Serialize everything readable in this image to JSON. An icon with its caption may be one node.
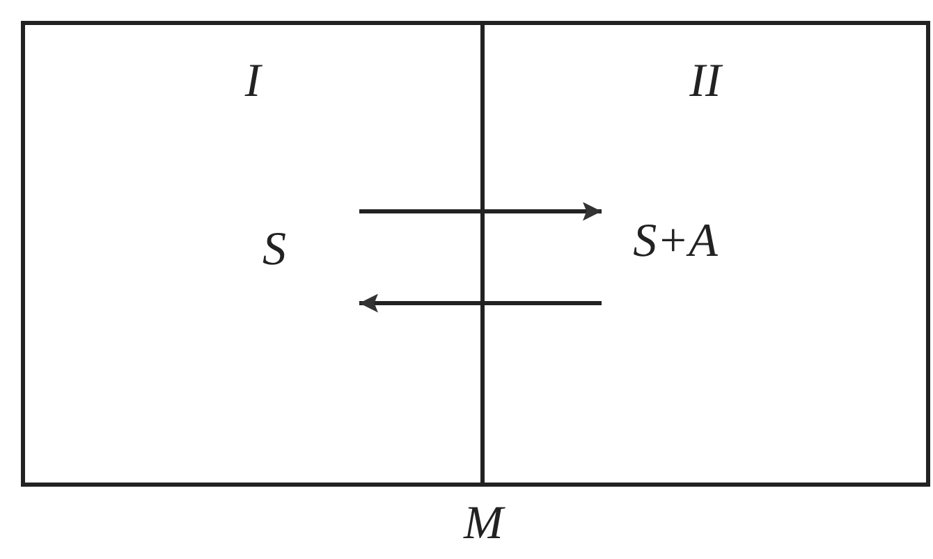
{
  "diagram": {
    "nodes": [
      {
        "text": [
          "I"
        ]
      },
      {
        "text": [
          "S"
        ],
        "in": 0
      },
      {
        "text": [
          "II"
        ]
      },
      {
        "text": [
          "S+A"
        ],
        "in": 2
      }
    ],
    "edges": [
      {
        "from": 1,
        "to": 3,
        "arrow": "to"
      },
      {
        "from": 3,
        "to": 1,
        "arrow": "to"
      }
    ],
    "labels": [
      "M"
    ]
  }
}
